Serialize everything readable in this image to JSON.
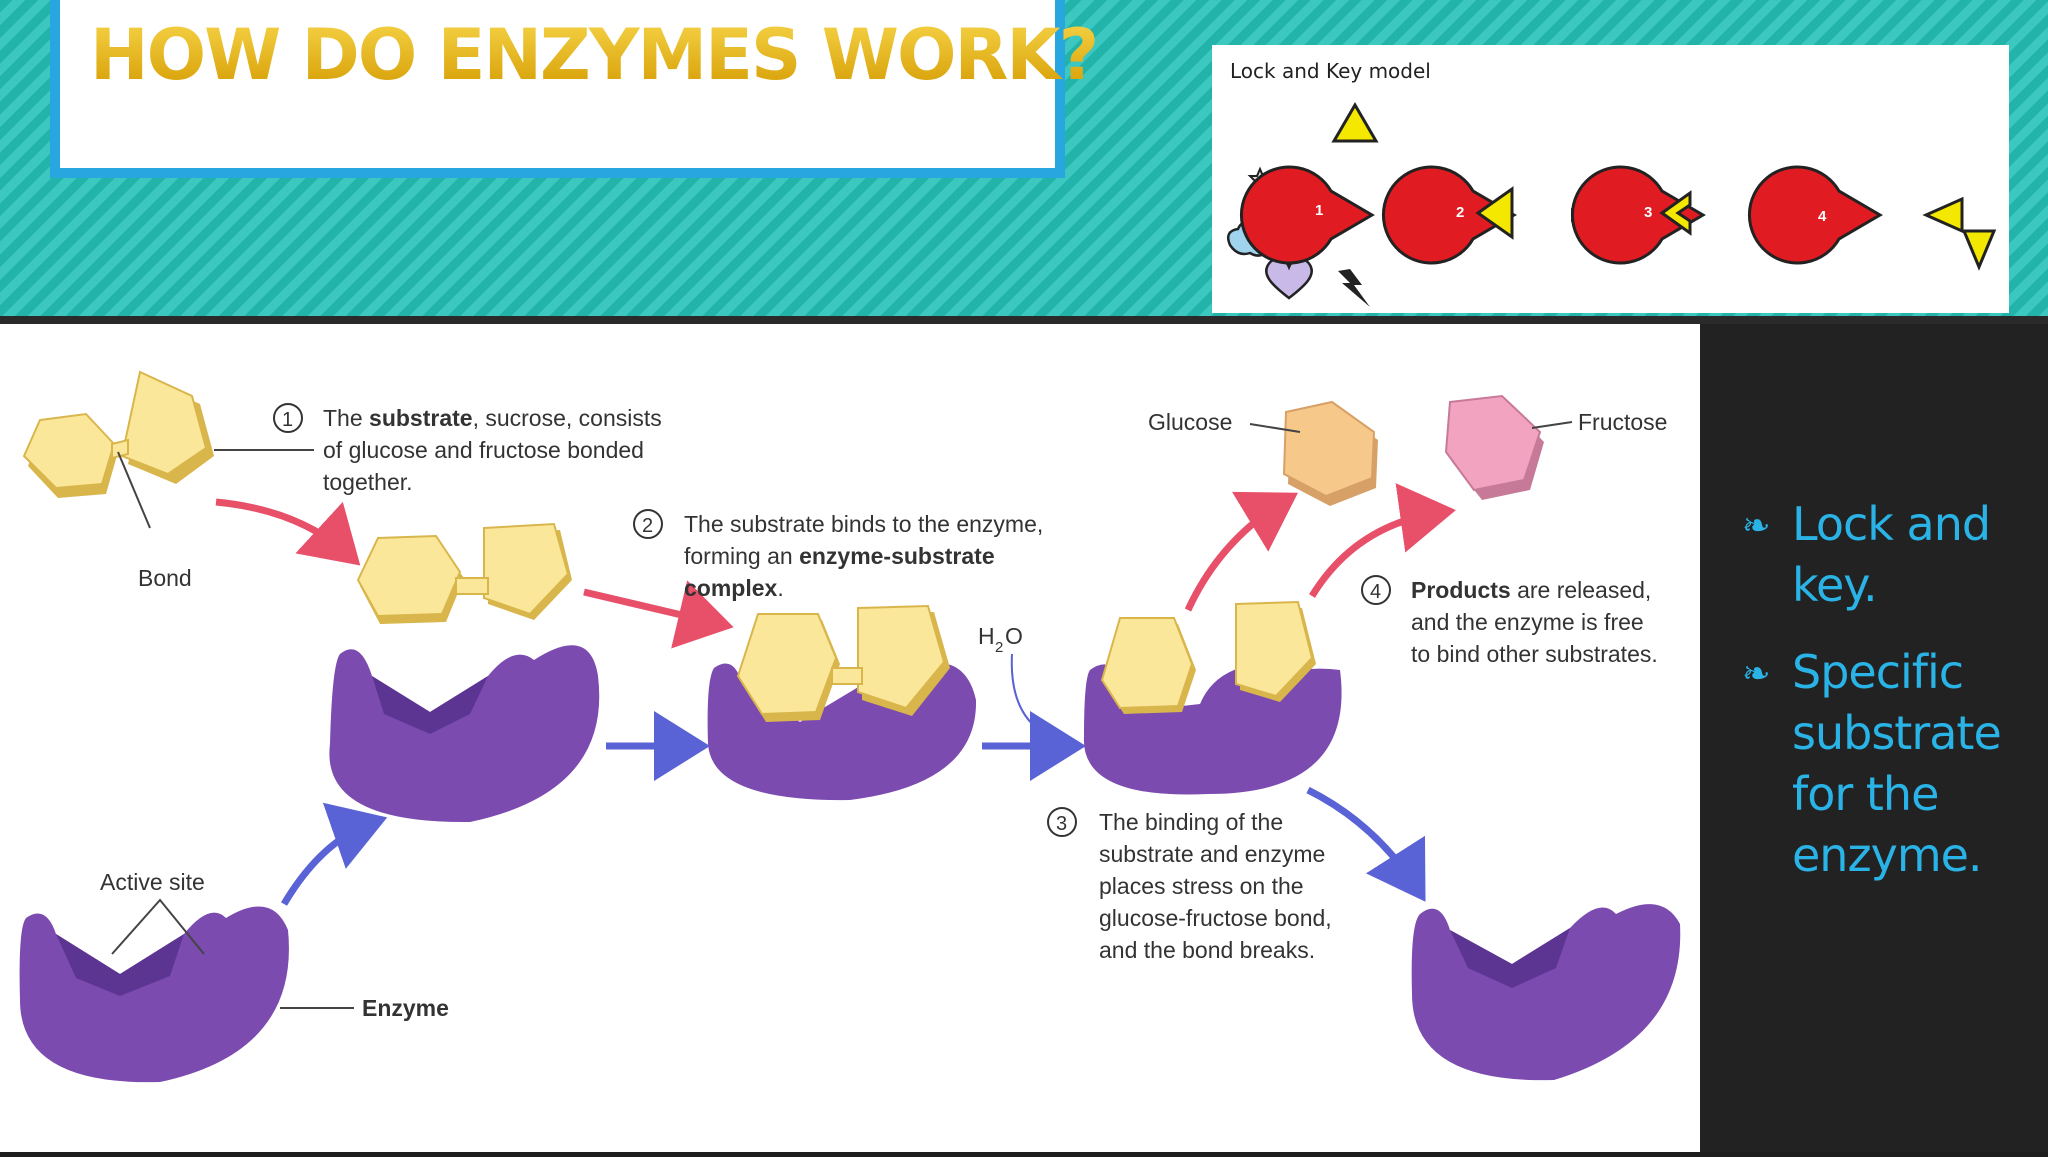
{
  "title": "HOW DO ENZYMES WORK?",
  "lock_key": {
    "title": "Lock and Key model",
    "steps": [
      "1",
      "2",
      "3",
      "4"
    ]
  },
  "diagram": {
    "step1": {
      "number": "1",
      "lines": [
        [
          {
            "t": "The ",
            "b": false
          },
          {
            "t": "substrate",
            "b": true
          },
          {
            "t": ", sucrose, consists",
            "b": false
          }
        ],
        [
          {
            "t": "of glucose and fructose bonded",
            "b": false
          }
        ],
        [
          {
            "t": "together.",
            "b": false
          }
        ]
      ]
    },
    "step2": {
      "number": "2",
      "lines": [
        [
          {
            "t": "The substrate binds to the enzyme,",
            "b": false
          }
        ],
        [
          {
            "t": "forming an ",
            "b": false
          },
          {
            "t": "enzyme-substrate",
            "b": true
          }
        ],
        [
          {
            "t": "complex",
            "b": true
          },
          {
            "t": ".",
            "b": false
          }
        ]
      ]
    },
    "step3": {
      "number": "3",
      "lines": [
        [
          {
            "t": "The binding of the",
            "b": false
          }
        ],
        [
          {
            "t": "substrate and enzyme",
            "b": false
          }
        ],
        [
          {
            "t": "places stress on the",
            "b": false
          }
        ],
        [
          {
            "t": "glucose-fructose bond,",
            "b": false
          }
        ],
        [
          {
            "t": "and the bond breaks.",
            "b": false
          }
        ]
      ]
    },
    "step4": {
      "number": "4",
      "lines": [
        [
          {
            "t": "Products",
            "b": true
          },
          {
            "t": " are released,",
            "b": false
          }
        ],
        [
          {
            "t": "and the enzyme is free",
            "b": false
          }
        ],
        [
          {
            "t": "to bind other substrates.",
            "b": false
          }
        ]
      ]
    },
    "labels": {
      "bond": "Bond",
      "active_site": "Active site",
      "enzyme": "Enzyme",
      "glucose": "Glucose",
      "fructose": "Fructose",
      "water_h": "H",
      "water_sub": "2",
      "water_o": "O"
    }
  },
  "sidebar": {
    "bullet_icon": "❧",
    "bullets": [
      {
        "lines": [
          "Lock and",
          "key."
        ]
      },
      {
        "lines": [
          "Specific",
          "substrate",
          "for the",
          "enzyme."
        ]
      }
    ]
  },
  "colors": {
    "title_gold": "#e6b400",
    "title_border": "#27a6df",
    "enzyme_purple": "#7b4bb0",
    "substrate_yellow": "#fbe79a",
    "glucose_orange": "#f6c98a",
    "fructose_pink": "#f2a3c0",
    "arrow_red": "#e8506a",
    "arrow_blue": "#5a63d6",
    "sidebar_text": "#2ab3e6",
    "pacman_red": "#e01b22"
  }
}
